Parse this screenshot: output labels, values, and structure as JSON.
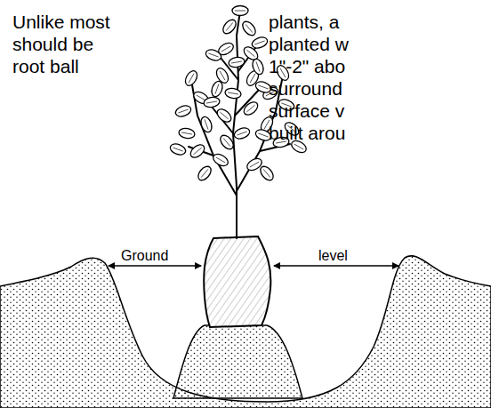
{
  "diagram": {
    "labels": [
      "Unlike most should be root ball",
      "plants, a planted w 1\"-2\" abo surround surface v built arou",
      "Ground",
      "level"
    ]
  }
}
